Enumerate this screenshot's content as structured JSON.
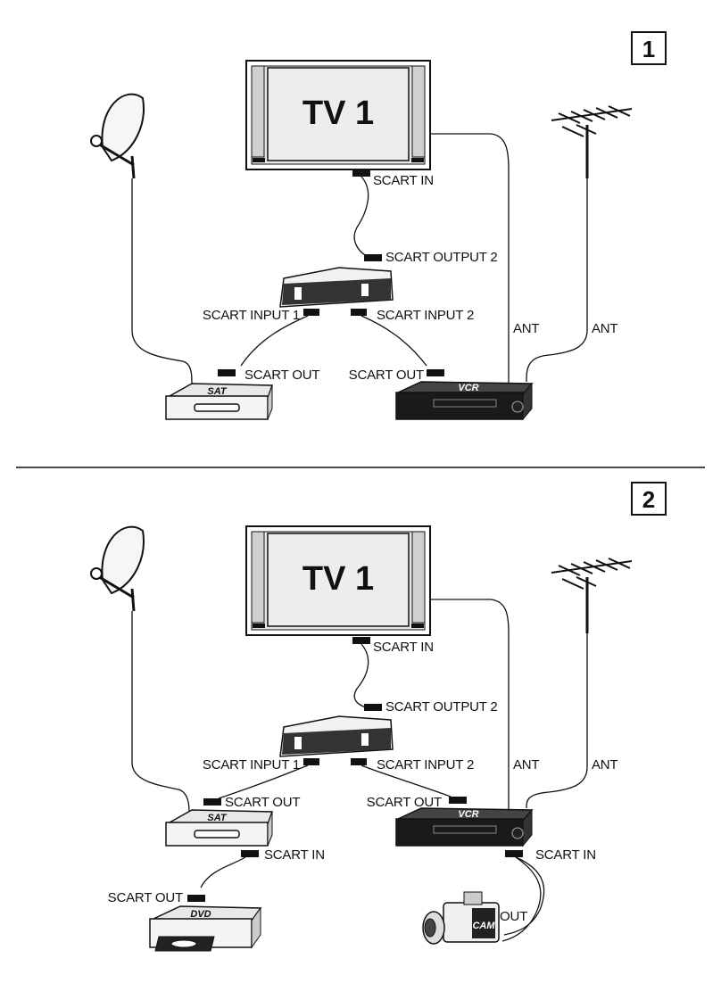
{
  "diagram1": {
    "number": "1",
    "tv": "TV 1",
    "tv_port": "SCART IN",
    "switch_out": "SCART OUTPUT 2",
    "switch_in1": "SCART INPUT 1",
    "switch_in2": "SCART INPUT 2",
    "sat_out": "SCART OUT",
    "vcr_out": "SCART OUT",
    "sat_label": "SAT",
    "vcr_label": "VCR",
    "ant_vcr": "ANT",
    "ant_antenna": "ANT"
  },
  "diagram2": {
    "number": "2",
    "tv": "TV 1",
    "tv_port": "SCART IN",
    "switch_out": "SCART OUTPUT 2",
    "switch_in1": "SCART INPUT 1",
    "switch_in2": "SCART INPUT 2",
    "sat_out": "SCART OUT",
    "vcr_out": "SCART OUT",
    "sat_in": "SCART IN",
    "vcr_in": "SCART IN",
    "dvd_out": "SCART OUT",
    "cam_out": "OUT",
    "sat_label": "SAT",
    "vcr_label": "VCR",
    "dvd_label": "DVD",
    "cam_label": "CAM",
    "ant_vcr": "ANT",
    "ant_antenna": "ANT"
  }
}
